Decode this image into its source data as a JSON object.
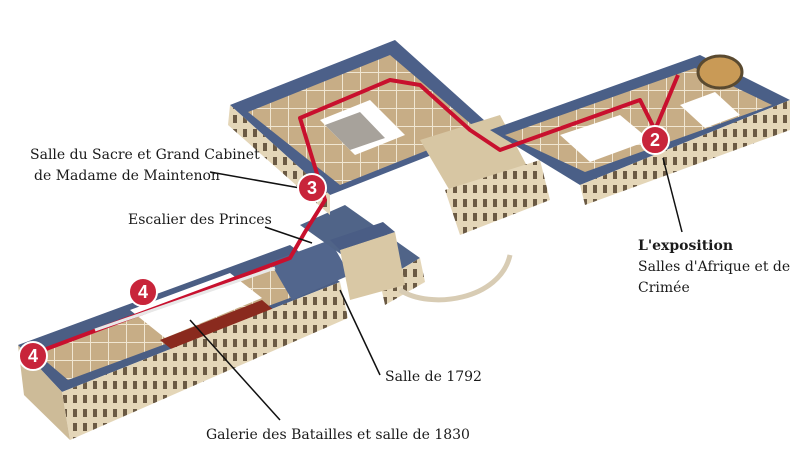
{
  "labels": {
    "sacre_line1": "Salle du Sacre et Grand Cabinet",
    "sacre_line2": "de Madame de Maintenon",
    "escalier": "Escalier des Princes",
    "expo_title": "L'exposition",
    "expo_line1": "Salles d'Afrique et de",
    "expo_line2": "Crimée",
    "salle1792": "Salle de 1792",
    "galerie": "Galerie des Batailles et salle de 1830"
  },
  "markers": {
    "m2": "2",
    "m3": "3",
    "m4a": "4",
    "m4b": "4"
  },
  "colors": {
    "route": "#c8102e",
    "marker_fill": "#c8243a",
    "roof": "#4a5f86",
    "facade": "#e2d3b4",
    "courtyard": "#ffffff",
    "interior": "#b89c78"
  }
}
